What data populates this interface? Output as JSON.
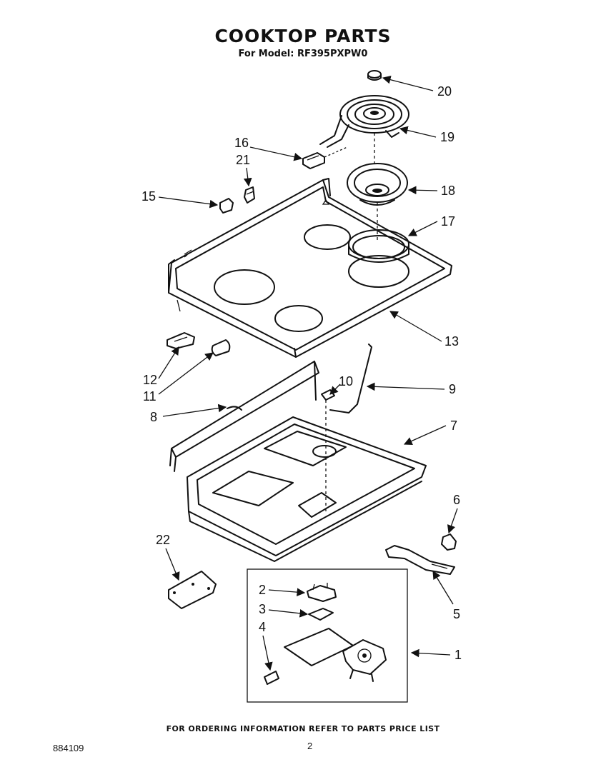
{
  "header": {
    "title": "COOKTOP PARTS",
    "subtitle": "For Model: RF395PXPW0"
  },
  "callouts": [
    "20",
    "19",
    "16",
    "21",
    "18",
    "15",
    "17",
    "13",
    "12",
    "11",
    "10",
    "9",
    "8",
    "7",
    "6",
    "22",
    "2",
    "3",
    "4",
    "5",
    "1"
  ],
  "footer": {
    "note": "FOR ORDERING INFORMATION REFER TO PARTS PRICE LIST",
    "doc_number": "884109",
    "page_number": "2"
  }
}
